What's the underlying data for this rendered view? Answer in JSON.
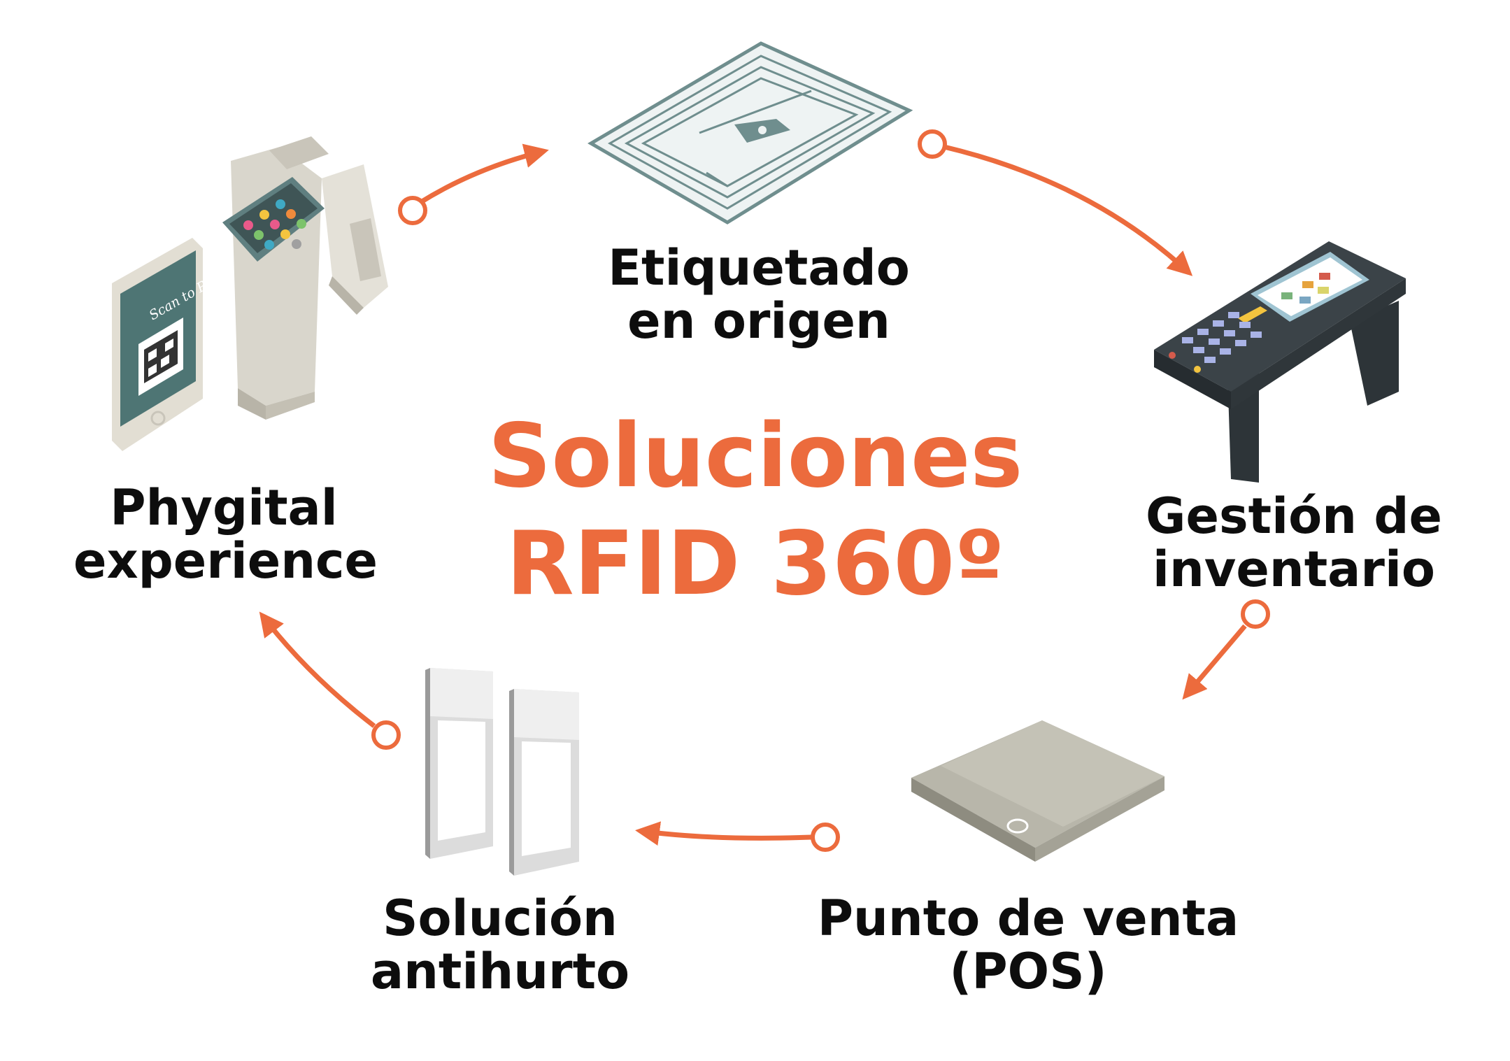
{
  "title": {
    "line1": "Soluciones",
    "line2": "RFID 360º"
  },
  "nodes": {
    "tagging": {
      "line1": "Etiquetado",
      "line2": "en origen"
    },
    "inventory": {
      "line1": "Gestión de",
      "line2": "inventario"
    },
    "pos": {
      "line1": "Punto de venta",
      "line2": "(POS)"
    },
    "antitheft": {
      "line1": "Solución",
      "line2": "antihurto"
    },
    "phygital": {
      "line1": "Phygital",
      "line2": "experience"
    }
  },
  "phone_screen_text": "Scan to Pay",
  "colors": {
    "accent": "#ec6b3d",
    "text": "#0d0d0d",
    "tag_stroke": "#6f8e8e",
    "reader_body": "#3b4348",
    "pad_body": "#b8b6aa",
    "kiosk_body": "#d9d6cc",
    "gate_frame": "#dcdcdc"
  },
  "icons": [
    "rfid-tag-icon",
    "handheld-reader-icon",
    "pos-reader-pad-icon",
    "antitheft-gates-icon",
    "phone-kiosk-icon"
  ]
}
